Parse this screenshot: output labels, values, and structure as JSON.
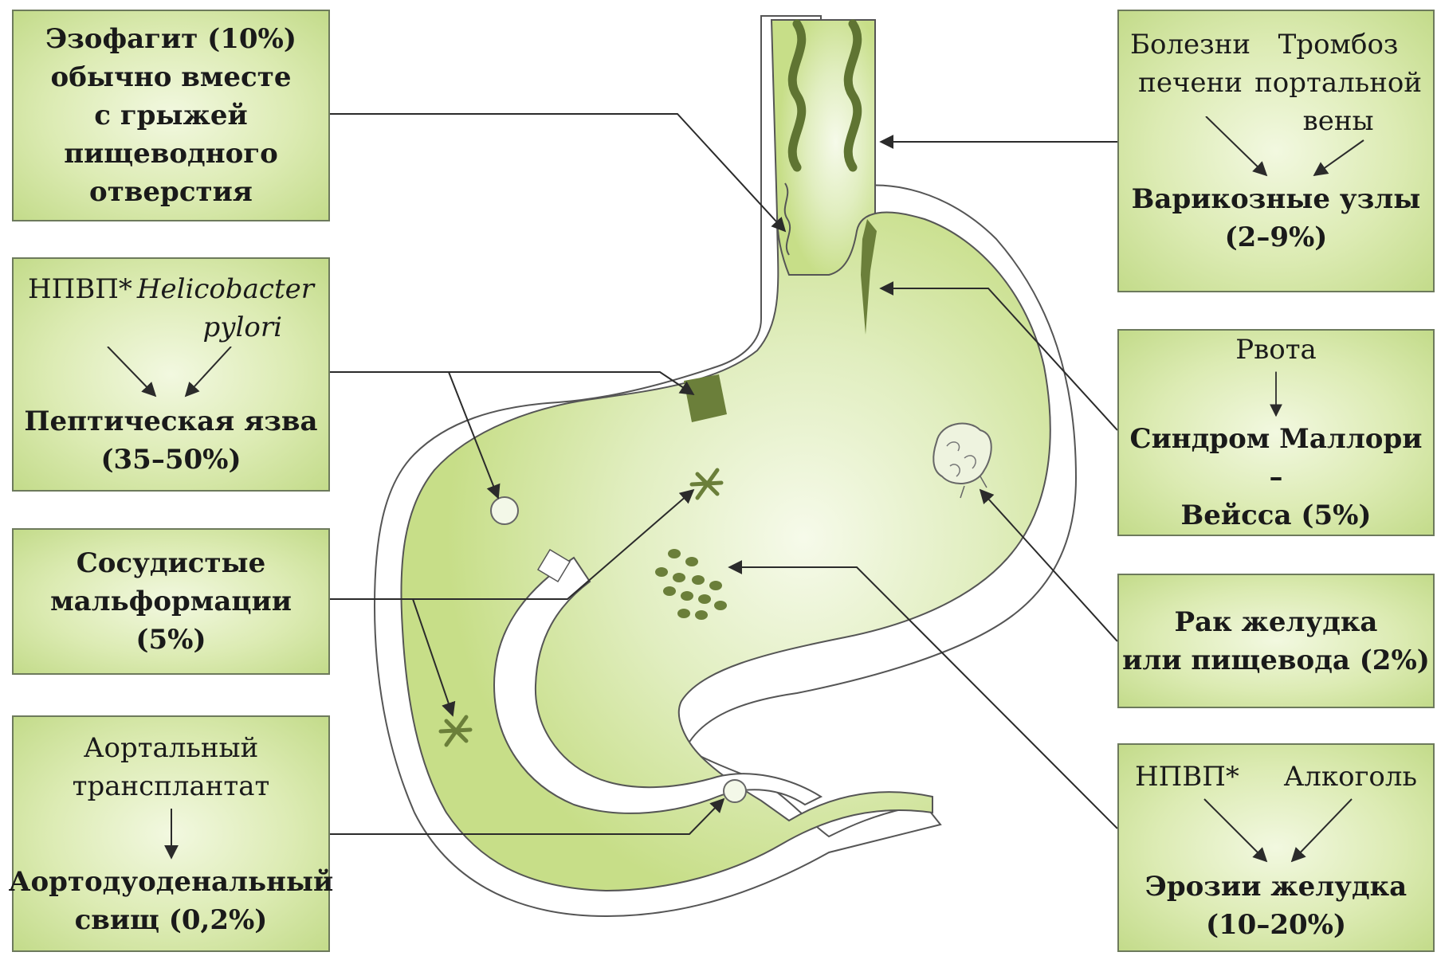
{
  "boxes": {
    "esophagitis": {
      "line1": "Эзофагит (10%)",
      "line2": "обычно вместе",
      "line3": "с грыжей",
      "line4": "пищеводного",
      "line5": "отверстия"
    },
    "varices": {
      "cause1_line1": "Болезни",
      "cause1_line2": "печени",
      "cause2_line1": "Тромбоз",
      "cause2_line2": "портальной",
      "cause2_line3": "вены",
      "title": "Варикозные узлы",
      "percent": "(2–9%)"
    },
    "peptic_ulcer": {
      "cause1": "НПВП*",
      "cause2_line1": "Helicobacter",
      "cause2_line2": "pylori",
      "title": "Пептическая язва",
      "percent": "(35–50%)"
    },
    "mallory_weiss": {
      "cause": "Рвота",
      "title_line1": "Синдром Маллори –",
      "title_line2": "Вейсса (5%)"
    },
    "vascular": {
      "line1": "Сосудистые",
      "line2": "мальформации",
      "line3": "(5%)"
    },
    "cancer": {
      "line1": "Рак желудка",
      "line2": "или пищевода (2%)"
    },
    "aortoduodenal": {
      "cause_line1": "Аортальный",
      "cause_line2": "трансплантат",
      "title": "Аортодуоденальный",
      "percent": "свищ (0,2%)"
    },
    "erosions": {
      "cause1": "НПВП*",
      "cause2": "Алкоголь",
      "title": "Эрозии желудка",
      "percent": "(10–20%)"
    }
  },
  "colors": {
    "organ_fill": "#cfe29b",
    "organ_center": "#f4f9e6",
    "lesion": "#6b7f3a",
    "box_border": "#6d7a5c",
    "connector": "#333333"
  }
}
